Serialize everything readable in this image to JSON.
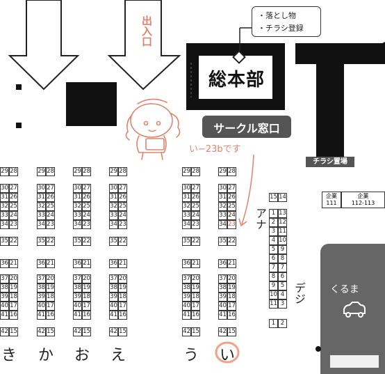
{
  "legend": {
    "items": [
      "・落とし物",
      "・チラシ登録"
    ]
  },
  "labels": {
    "hq": "総本部",
    "circle_window": "サークル窓口",
    "flyer": "チラシ置場",
    "exit": "出入口",
    "corp_a_title": "企業",
    "corp_a_num": "111",
    "corp_b_title": "企業",
    "corp_b_num": "112-113",
    "ana": "アナ",
    "deji": "デジ",
    "car_text": "くるま",
    "note": "い−23bです",
    "note_arrow": "→"
  },
  "blocks": {
    "columns": [
      {
        "id": "ki",
        "label": "き"
      },
      {
        "id": "ka",
        "label": "か"
      },
      {
        "id": "o",
        "label": "お"
      },
      {
        "id": "e",
        "label": "え"
      },
      {
        "id": "u",
        "label": "う"
      },
      {
        "id": "i",
        "label": "い"
      }
    ],
    "groups": [
      [
        [
          "29",
          "28"
        ]
      ],
      [
        [
          "30",
          "27"
        ],
        [
          "31",
          "26"
        ],
        [
          "32",
          "25"
        ],
        [
          "33",
          "24"
        ],
        [
          "34",
          "23"
        ]
      ],
      [
        [
          "35",
          "22"
        ]
      ],
      [
        [
          "36",
          "21"
        ]
      ],
      [
        [
          "37",
          "20"
        ],
        [
          "38",
          "19"
        ],
        [
          "39",
          "18"
        ],
        [
          "40",
          "17"
        ],
        [
          "41",
          "16"
        ]
      ],
      [
        [
          "42",
          "15"
        ]
      ]
    ],
    "highlight": {
      "column": "i",
      "cell": "23"
    }
  },
  "right_block": {
    "top": [
      "15",
      "14"
    ],
    "pairs": [
      [
        "1",
        "13"
      ],
      [
        "2",
        "12"
      ],
      [
        "3",
        "11"
      ],
      [
        "4",
        "10"
      ],
      [
        "5",
        "9"
      ],
      [
        "6",
        "8"
      ],
      [
        "7",
        "7"
      ],
      [
        "8",
        "6"
      ],
      [
        "9",
        "5"
      ],
      [
        "10",
        "4"
      ],
      [
        "11",
        "3"
      ]
    ],
    "bottom": [
      "1",
      "2"
    ]
  }
}
